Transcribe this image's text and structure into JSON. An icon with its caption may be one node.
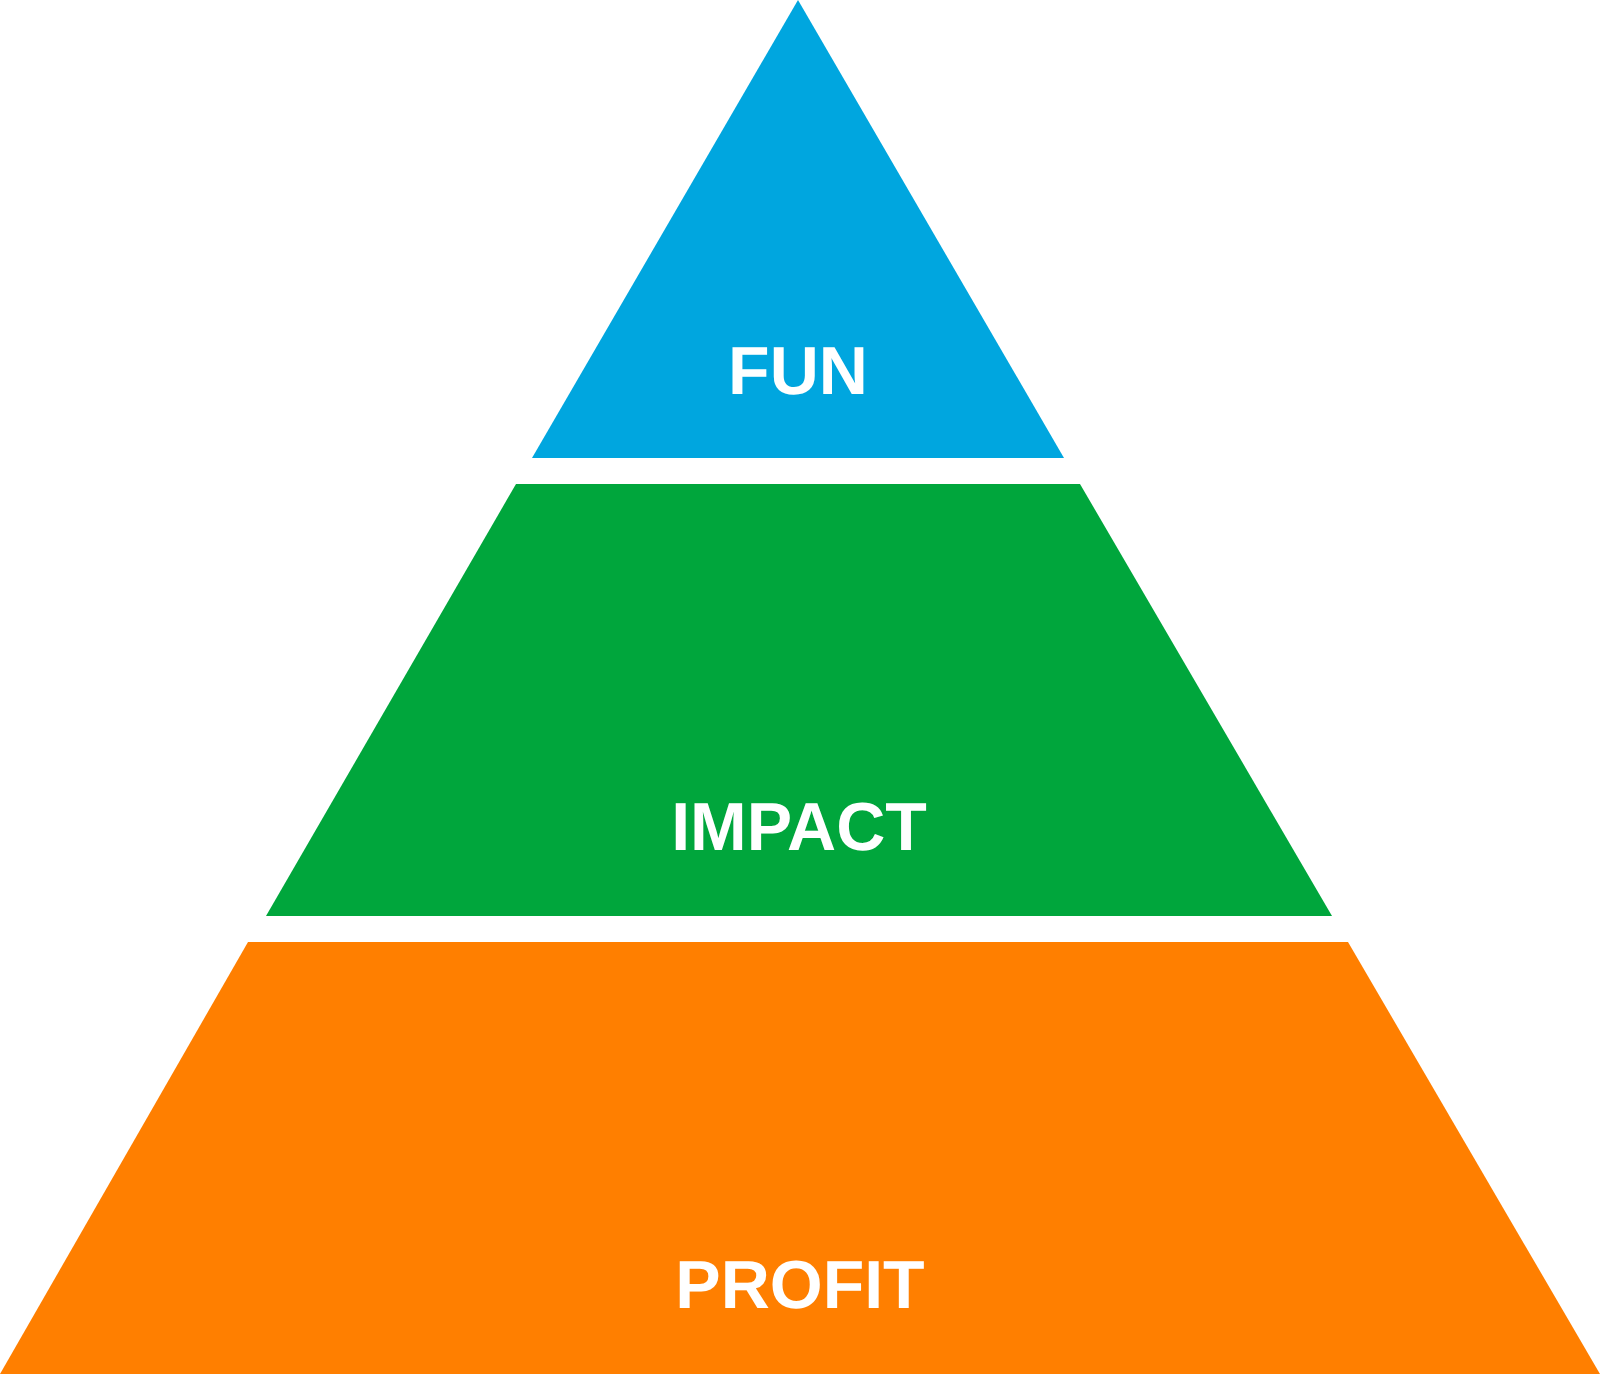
{
  "diagram": {
    "nodes": [
      {
        "text": [
          "FUN"
        ]
      },
      {
        "text": [
          "IMPACT"
        ]
      },
      {
        "text": [
          "PROFIT"
        ]
      }
    ]
  }
}
